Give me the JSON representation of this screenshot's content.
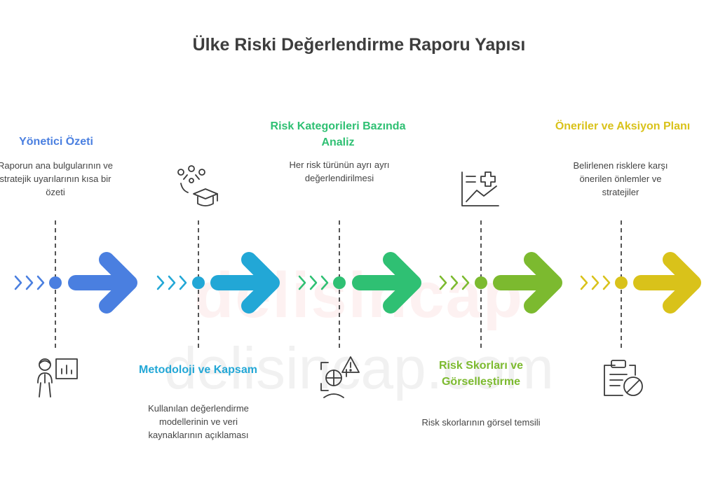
{
  "title": "Ülke Riski Değerlendirme Raporu Yapısı",
  "watermark": {
    "line1": "delisincap",
    "line2": "delisincap.com"
  },
  "steps": [
    {
      "heading": "Yönetici Özeti",
      "description": "Raporun ana bulgularının ve stratejik uyarılarının kısa bir özeti",
      "color": "#4a7fe0",
      "icon": "executive-presentation-icon",
      "secondary_icon": "",
      "position": "top"
    },
    {
      "heading": "Metodoloji ve Kapsam",
      "description": "Kullanılan değerlendirme modellerinin ve veri kaynaklarının açıklaması",
      "color": "#22a7d6",
      "icon": "graduation-ideas-icon",
      "position": "bottom"
    },
    {
      "heading": "Risk Kategorileri Bazında Analiz",
      "description": "Her risk türünün ayrı ayrı değerlendirilmesi",
      "color": "#2fc073",
      "icon": "risk-analysis-icon",
      "position": "top"
    },
    {
      "heading": "Risk Skorları ve Görselleştirme",
      "description": "Risk skorlarının görsel temsili",
      "color": "#7cba2f",
      "icon": "chart-plus-icon",
      "position": "bottom"
    },
    {
      "heading": "Öneriler ve Aksiyon Planı",
      "description": "Belirlenen risklere karşı önerilen önlemler ve stratejiler",
      "color": "#d9c21a",
      "icon": "clipboard-blocked-icon",
      "position": "top"
    }
  ]
}
